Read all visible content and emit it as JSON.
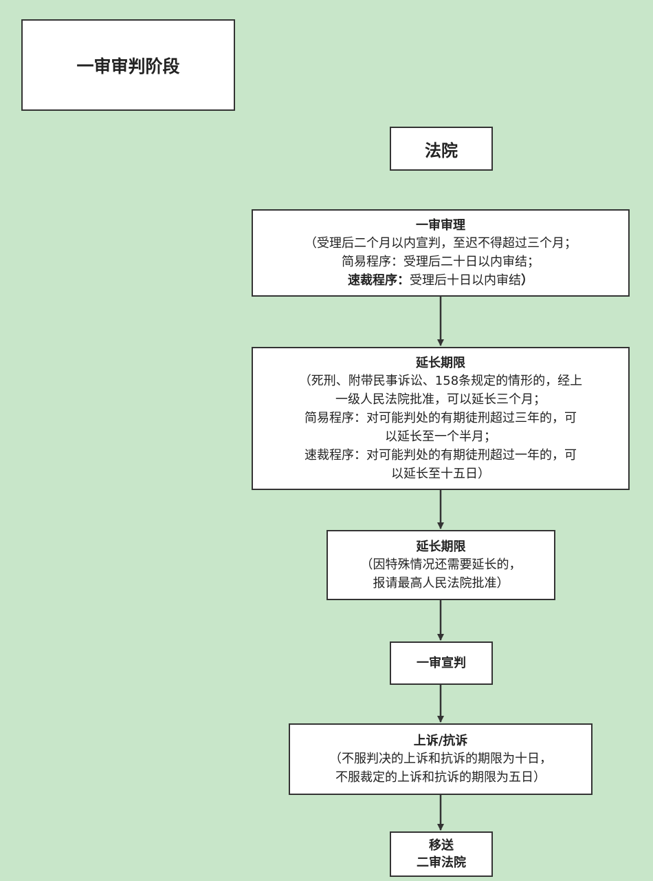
{
  "stage_title": "一审审判阶段",
  "court": "法院",
  "trial": {
    "title": "一审审理",
    "lines": [
      "（受理后二个月以内宣判，至迟不得超过三个月；",
      "简易程序：受理后二十日以内审结；"
    ],
    "last_bold": "速裁程序：",
    "last_rest": "受理后十日以内审结",
    "last_close": "）"
  },
  "extension1": {
    "title": "延长期限",
    "lines": [
      "（死刑、附带民事诉讼、158条规定的情形的，经上",
      "一级人民法院批准，可以延长三个月；",
      "简易程序：对可能判处的有期徒刑超过三年的，可",
      "以延长至一个半月；",
      "速裁程序：对可能判处的有期徒刑超过一年的，可",
      "以延长至十五日）"
    ]
  },
  "extension2": {
    "title": "延长期限",
    "lines": [
      "（因特殊情况还需要延长的，",
      "报请最高人民法院批准）"
    ]
  },
  "verdict": "一审宣判",
  "appeal": {
    "title": "上诉/抗诉",
    "lines": [
      "（不服判决的上诉和抗诉的期限为十日，",
      "不服裁定的上诉和抗诉的期限为五日）"
    ]
  },
  "transfer": [
    "移送",
    "二审法院"
  ],
  "colors": {
    "background": "#c8e6c9",
    "box": "#ffffff",
    "border": "#333333"
  }
}
